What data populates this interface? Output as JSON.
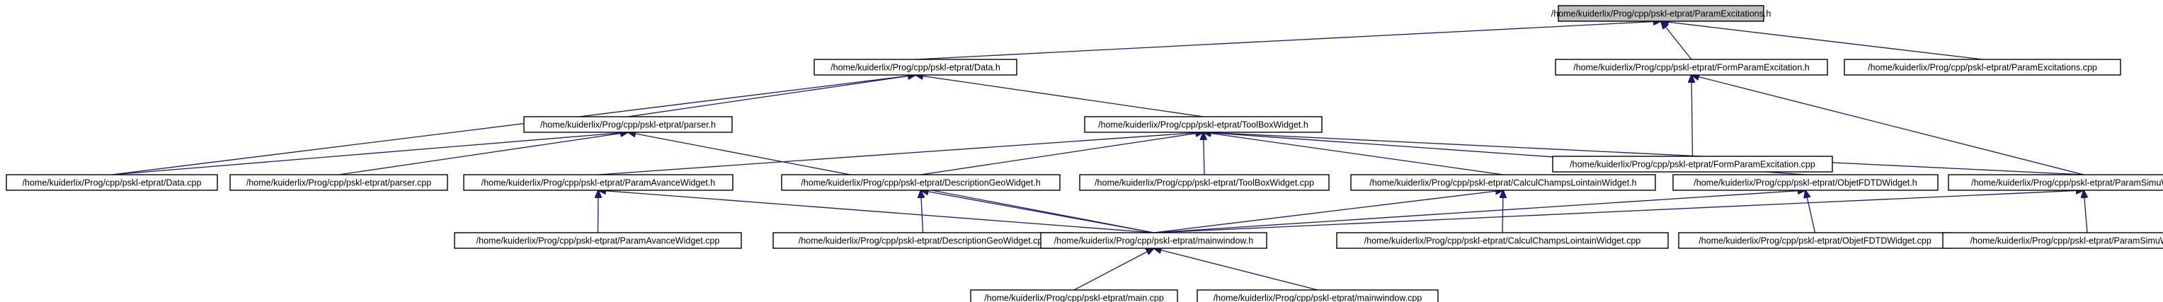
{
  "graph": {
    "nodes": [
      {
        "id": "param_excitations_h",
        "label": "/home/kuiderlix/Prog/cpp/pskl-etprat/ParamExcitations.h",
        "root": true
      },
      {
        "id": "data_h",
        "label": "/home/kuiderlix/Prog/cpp/pskl-etprat/Data.h"
      },
      {
        "id": "form_param_excitation_h",
        "label": "/home/kuiderlix/Prog/cpp/pskl-etprat/FormParamExcitation.h"
      },
      {
        "id": "param_excitations_cpp",
        "label": "/home/kuiderlix/Prog/cpp/pskl-etprat/ParamExcitations.cpp"
      },
      {
        "id": "parser_h",
        "label": "/home/kuiderlix/Prog/cpp/pskl-etprat/parser.h"
      },
      {
        "id": "toolbox_widget_h",
        "label": "/home/kuiderlix/Prog/cpp/pskl-etprat/ToolBoxWidget.h"
      },
      {
        "id": "form_param_excitation_cpp",
        "label": "/home/kuiderlix/Prog/cpp/pskl-etprat/FormParamExcitation.cpp"
      },
      {
        "id": "data_cpp",
        "label": "/home/kuiderlix/Prog/cpp/pskl-etprat/Data.cpp"
      },
      {
        "id": "parser_cpp",
        "label": "/home/kuiderlix/Prog/cpp/pskl-etprat/parser.cpp"
      },
      {
        "id": "param_avance_widget_h",
        "label": "/home/kuiderlix/Prog/cpp/pskl-etprat/ParamAvanceWidget.h"
      },
      {
        "id": "description_geo_widget_h",
        "label": "/home/kuiderlix/Prog/cpp/pskl-etprat/DescriptionGeoWidget.h"
      },
      {
        "id": "toolbox_widget_cpp",
        "label": "/home/kuiderlix/Prog/cpp/pskl-etprat/ToolBoxWidget.cpp"
      },
      {
        "id": "calcul_champs_lointain_widget_h",
        "label": "/home/kuiderlix/Prog/cpp/pskl-etprat/CalculChampsLointainWidget.h"
      },
      {
        "id": "objet_fdtd_widget_h",
        "label": "/home/kuiderlix/Prog/cpp/pskl-etprat/ObjetFDTDWidget.h"
      },
      {
        "id": "param_simu_widget_h",
        "label": "/home/kuiderlix/Prog/cpp/pskl-etprat/ParamSimuWidget.h"
      },
      {
        "id": "param_avance_widget_cpp",
        "label": "/home/kuiderlix/Prog/cpp/pskl-etprat/ParamAvanceWidget.cpp"
      },
      {
        "id": "description_geo_widget_cpp",
        "label": "/home/kuiderlix/Prog/cpp/pskl-etprat/DescriptionGeoWidget.cpp"
      },
      {
        "id": "mainwindow_h",
        "label": "/home/kuiderlix/Prog/cpp/pskl-etprat/mainwindow.h"
      },
      {
        "id": "calcul_champs_lointain_widget_cpp",
        "label": "/home/kuiderlix/Prog/cpp/pskl-etprat/CalculChampsLointainWidget.cpp"
      },
      {
        "id": "objet_fdtd_widget_cpp",
        "label": "/home/kuiderlix/Prog/cpp/pskl-etprat/ObjetFDTDWidget.cpp"
      },
      {
        "id": "param_simu_widget_cpp",
        "label": "/home/kuiderlix/Prog/cpp/pskl-etprat/ParamSimuWidget.cpp"
      },
      {
        "id": "main_cpp",
        "label": "/home/kuiderlix/Prog/cpp/pskl-etprat/main.cpp"
      },
      {
        "id": "mainwindow_cpp",
        "label": "/home/kuiderlix/Prog/cpp/pskl-etprat/mainwindow.cpp"
      }
    ],
    "edges": [
      {
        "from": "data_h",
        "to": "param_excitations_h"
      },
      {
        "from": "form_param_excitation_h",
        "to": "param_excitations_h"
      },
      {
        "from": "param_excitations_cpp",
        "to": "param_excitations_h"
      },
      {
        "from": "parser_h",
        "to": "data_h"
      },
      {
        "from": "toolbox_widget_h",
        "to": "data_h"
      },
      {
        "from": "data_cpp",
        "to": "data_h"
      },
      {
        "from": "form_param_excitation_cpp",
        "to": "form_param_excitation_h"
      },
      {
        "from": "param_simu_widget_h",
        "to": "form_param_excitation_h"
      },
      {
        "from": "data_cpp",
        "to": "parser_h"
      },
      {
        "from": "parser_cpp",
        "to": "parser_h"
      },
      {
        "from": "mainwindow_h",
        "to": "parser_h"
      },
      {
        "from": "param_avance_widget_h",
        "to": "toolbox_widget_h"
      },
      {
        "from": "description_geo_widget_h",
        "to": "toolbox_widget_h"
      },
      {
        "from": "toolbox_widget_cpp",
        "to": "toolbox_widget_h"
      },
      {
        "from": "calcul_champs_lointain_widget_h",
        "to": "toolbox_widget_h"
      },
      {
        "from": "objet_fdtd_widget_h",
        "to": "toolbox_widget_h"
      },
      {
        "from": "param_simu_widget_h",
        "to": "toolbox_widget_h"
      },
      {
        "from": "param_avance_widget_cpp",
        "to": "param_avance_widget_h"
      },
      {
        "from": "mainwindow_h",
        "to": "param_avance_widget_h"
      },
      {
        "from": "description_geo_widget_cpp",
        "to": "description_geo_widget_h"
      },
      {
        "from": "mainwindow_h",
        "to": "description_geo_widget_h"
      },
      {
        "from": "calcul_champs_lointain_widget_cpp",
        "to": "calcul_champs_lointain_widget_h"
      },
      {
        "from": "mainwindow_h",
        "to": "calcul_champs_lointain_widget_h"
      },
      {
        "from": "objet_fdtd_widget_cpp",
        "to": "objet_fdtd_widget_h"
      },
      {
        "from": "mainwindow_h",
        "to": "objet_fdtd_widget_h"
      },
      {
        "from": "param_simu_widget_cpp",
        "to": "param_simu_widget_h"
      },
      {
        "from": "mainwindow_h",
        "to": "param_simu_widget_h"
      },
      {
        "from": "main_cpp",
        "to": "mainwindow_h"
      },
      {
        "from": "mainwindow_cpp",
        "to": "mainwindow_h"
      }
    ]
  }
}
